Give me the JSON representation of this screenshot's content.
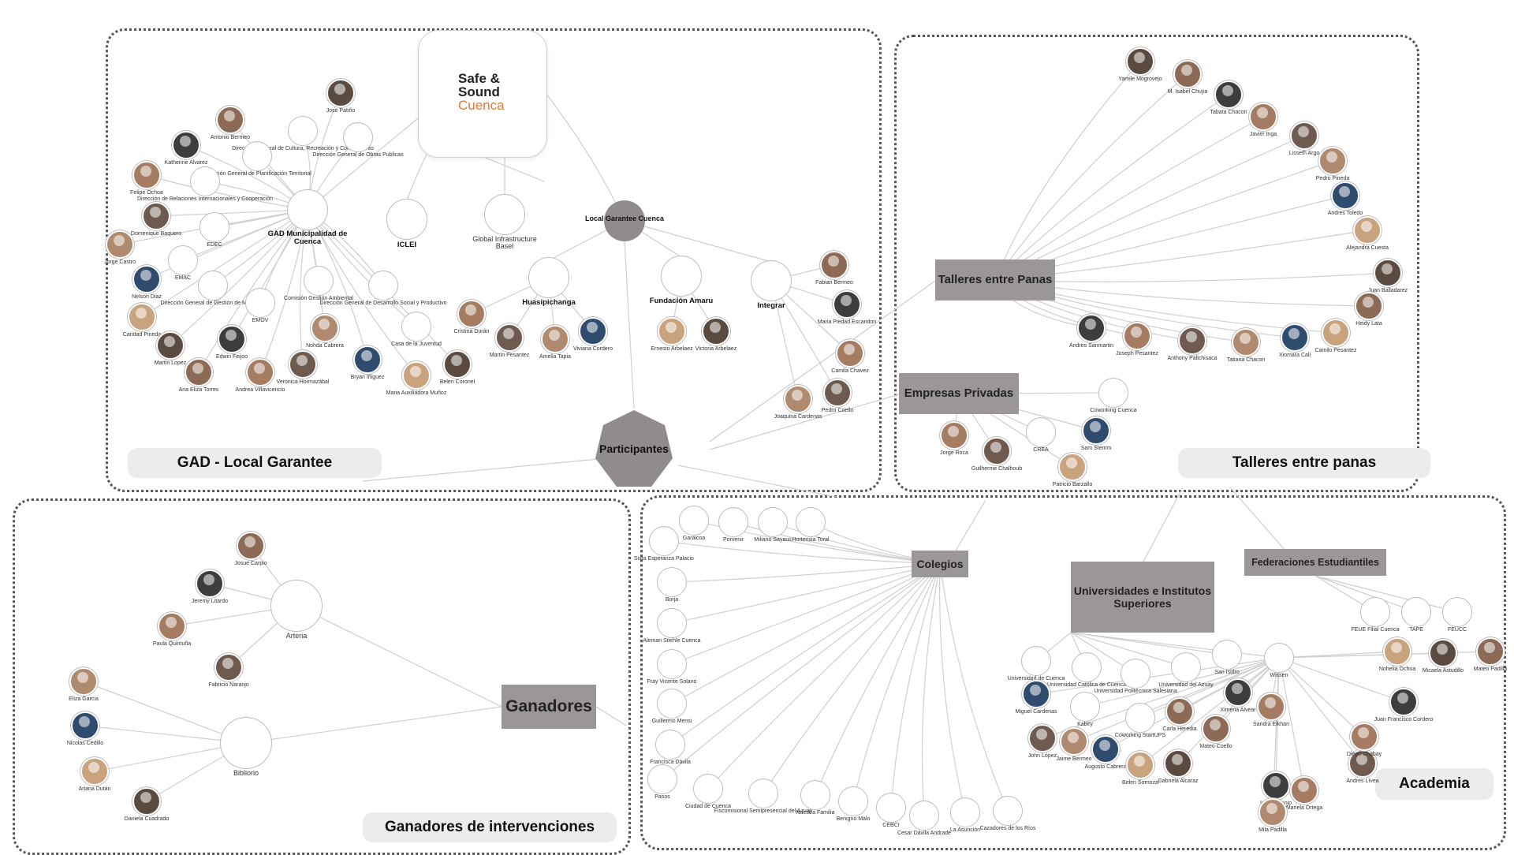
{
  "sections": {
    "gad": "GAD - Local Garantee",
    "talleres": "Talleres entre panas",
    "ganadores": "Ganadores de intervenciones",
    "academia": "Academia"
  },
  "brand": {
    "line1": "Safe &",
    "line2": "Sound",
    "line3": "Cuenca"
  },
  "hubs": {
    "participantes": "Participantes",
    "local_garantee": "Local Garantee Cuenca",
    "talleres_panas": "Talleres entre Panas",
    "empresas": "Empresas Privadas",
    "ganadores": "Ganadores",
    "colegios": "Colegios",
    "universidades": "Universidades e Institutos Superiores",
    "federaciones": "Federaciones Estudiantiles"
  },
  "orgs": {
    "gad_municipalidad": "GAD Municipalidad de Cuenca",
    "iclei": "ICLEI",
    "global_infra": "Global Infrastructure Basel",
    "huasipichanga": "Huasipichanga",
    "fundacion_amaru": "Fundación Amaru",
    "integrar": "Integrar",
    "arteria": "Arteria",
    "bibliorio": "Bibliorio"
  },
  "gad_labels": [
    "Jose Patiño",
    "Antonio Bermeo",
    "Katherine Alvarez",
    "Felipe Ochoa",
    "Domenique Baquero",
    "Jorge Castro",
    "Nelson Diaz",
    "Caridad Pineda",
    "Martin Lopez",
    "Ana Eliza Torres",
    "Edwin Feijoo",
    "Andrea Villavicencio",
    "Veronica Hormazábal",
    "Nohda Cabrera",
    "Bryan Iñiguez",
    "Maria Auxiliadora Muñoz",
    "Belen Coronel",
    "Dirección General de Cultura, Recreación y Conocimiento",
    "Dirección General de Obras Publicas",
    "Dirección General de Planificación Territorial",
    "Dirección de Relaciones Internacionales y Cooperación",
    "EDEC",
    "EMAC",
    "Dirección General de Gestión de Movilidad",
    "EMOV",
    "Comisión Gestión Ambiental",
    "Dirección General de Desarrollo Social y Productivo",
    "Casa de la Juventud"
  ],
  "lg_labels": [
    "Cristina Durán",
    "Martin Pesantez",
    "Amelia Tapia",
    "Viviana Cordero",
    "Ernesto Arbelaez",
    "Victoria Arbelaez",
    "Fabian Bermeo",
    "Maria Piedad Escandon",
    "Camila Chavez",
    "Pedro Coello",
    "Joaquina Cardenas"
  ],
  "talleres_labels": [
    "Yamile Mogrovejo",
    "M. Isabel Chuya",
    "Tabata Chacon",
    "Javier Inga",
    "Lisseth Argo",
    "Pedro Pineda",
    "Andres Toledo",
    "Alejandra Cuesta",
    "Juan Balladarez",
    "Heidy Lata",
    "Andres Sanmartin",
    "Joseph Pesantez",
    "Anthony Pallchisaca",
    "Tatiana Chacon",
    "Xiomara Cali",
    "Camilo Pesantez"
  ],
  "empresas_labels": [
    "Coworking Cuenca",
    "Jorge Roca",
    "Guilherme Chalhoub",
    "CREA",
    "Sam Stemm",
    "Patricio Barzallo"
  ],
  "ganadores_labels": [
    "Josue Carpio",
    "Jeremy Litardo",
    "Paula Quintuña",
    "Fabricio Naranjo",
    "Eliza Garcia",
    "Nicolas Cedillo",
    "Ariana Dután",
    "Daniela Cuadrado"
  ],
  "colegios_labels": [
    "Garaicoa",
    "Porvenir",
    "Miliano Sayaus",
    "Hortensia Toral",
    "Sixta Esperanza Palacio",
    "Borja",
    "Aleman Stiehle Cuenca",
    "Fray Vicente Solano",
    "Guillermo Mensi",
    "Francisca Dávila",
    "Pasos",
    "Ciudad de Cuenca",
    "Fiscomisional Semipresencial del Azuay",
    "Nuestra Familia",
    "Benigno Malo",
    "CEBCI",
    "Cesar Dávila Andrade",
    "La Asunción",
    "Cazadores de los Ríos"
  ],
  "uni_labels": [
    "Universidad de Cuenca",
    "Universidad Católica de Cuenca",
    "Universidad Politécnica Salesiana",
    "Universidad del Azuay",
    "San Isidro",
    "Wissen",
    "Miguel Cardenas",
    "Kabiry",
    "Coworking StartUPS",
    "Carla Heredia",
    "Ximena Alvear",
    "Sandra Elkhan",
    "John López",
    "Jaime Bermeo",
    "Augusto Cabrera",
    "Belen Sornoza",
    "Gabriela Alcaraz",
    "Mateo Coello",
    "Irina Naranjo",
    "Mariela Ortega",
    "Andres Lívea",
    "Mila Padilla"
  ],
  "fed_labels": [
    "FEUE Filial Cuenca",
    "TAPE",
    "FEUCC",
    "Nohelia Ochoa",
    "Micaela Astudillo",
    "Mateo Padilla",
    "Juan Francisco Cordero",
    "Diego Chabay"
  ],
  "colors": {
    "hub": "#9a9699",
    "border": "#555555",
    "pill": "#ececec",
    "orange": "#e07b39",
    "line": "#cfcfcf"
  }
}
